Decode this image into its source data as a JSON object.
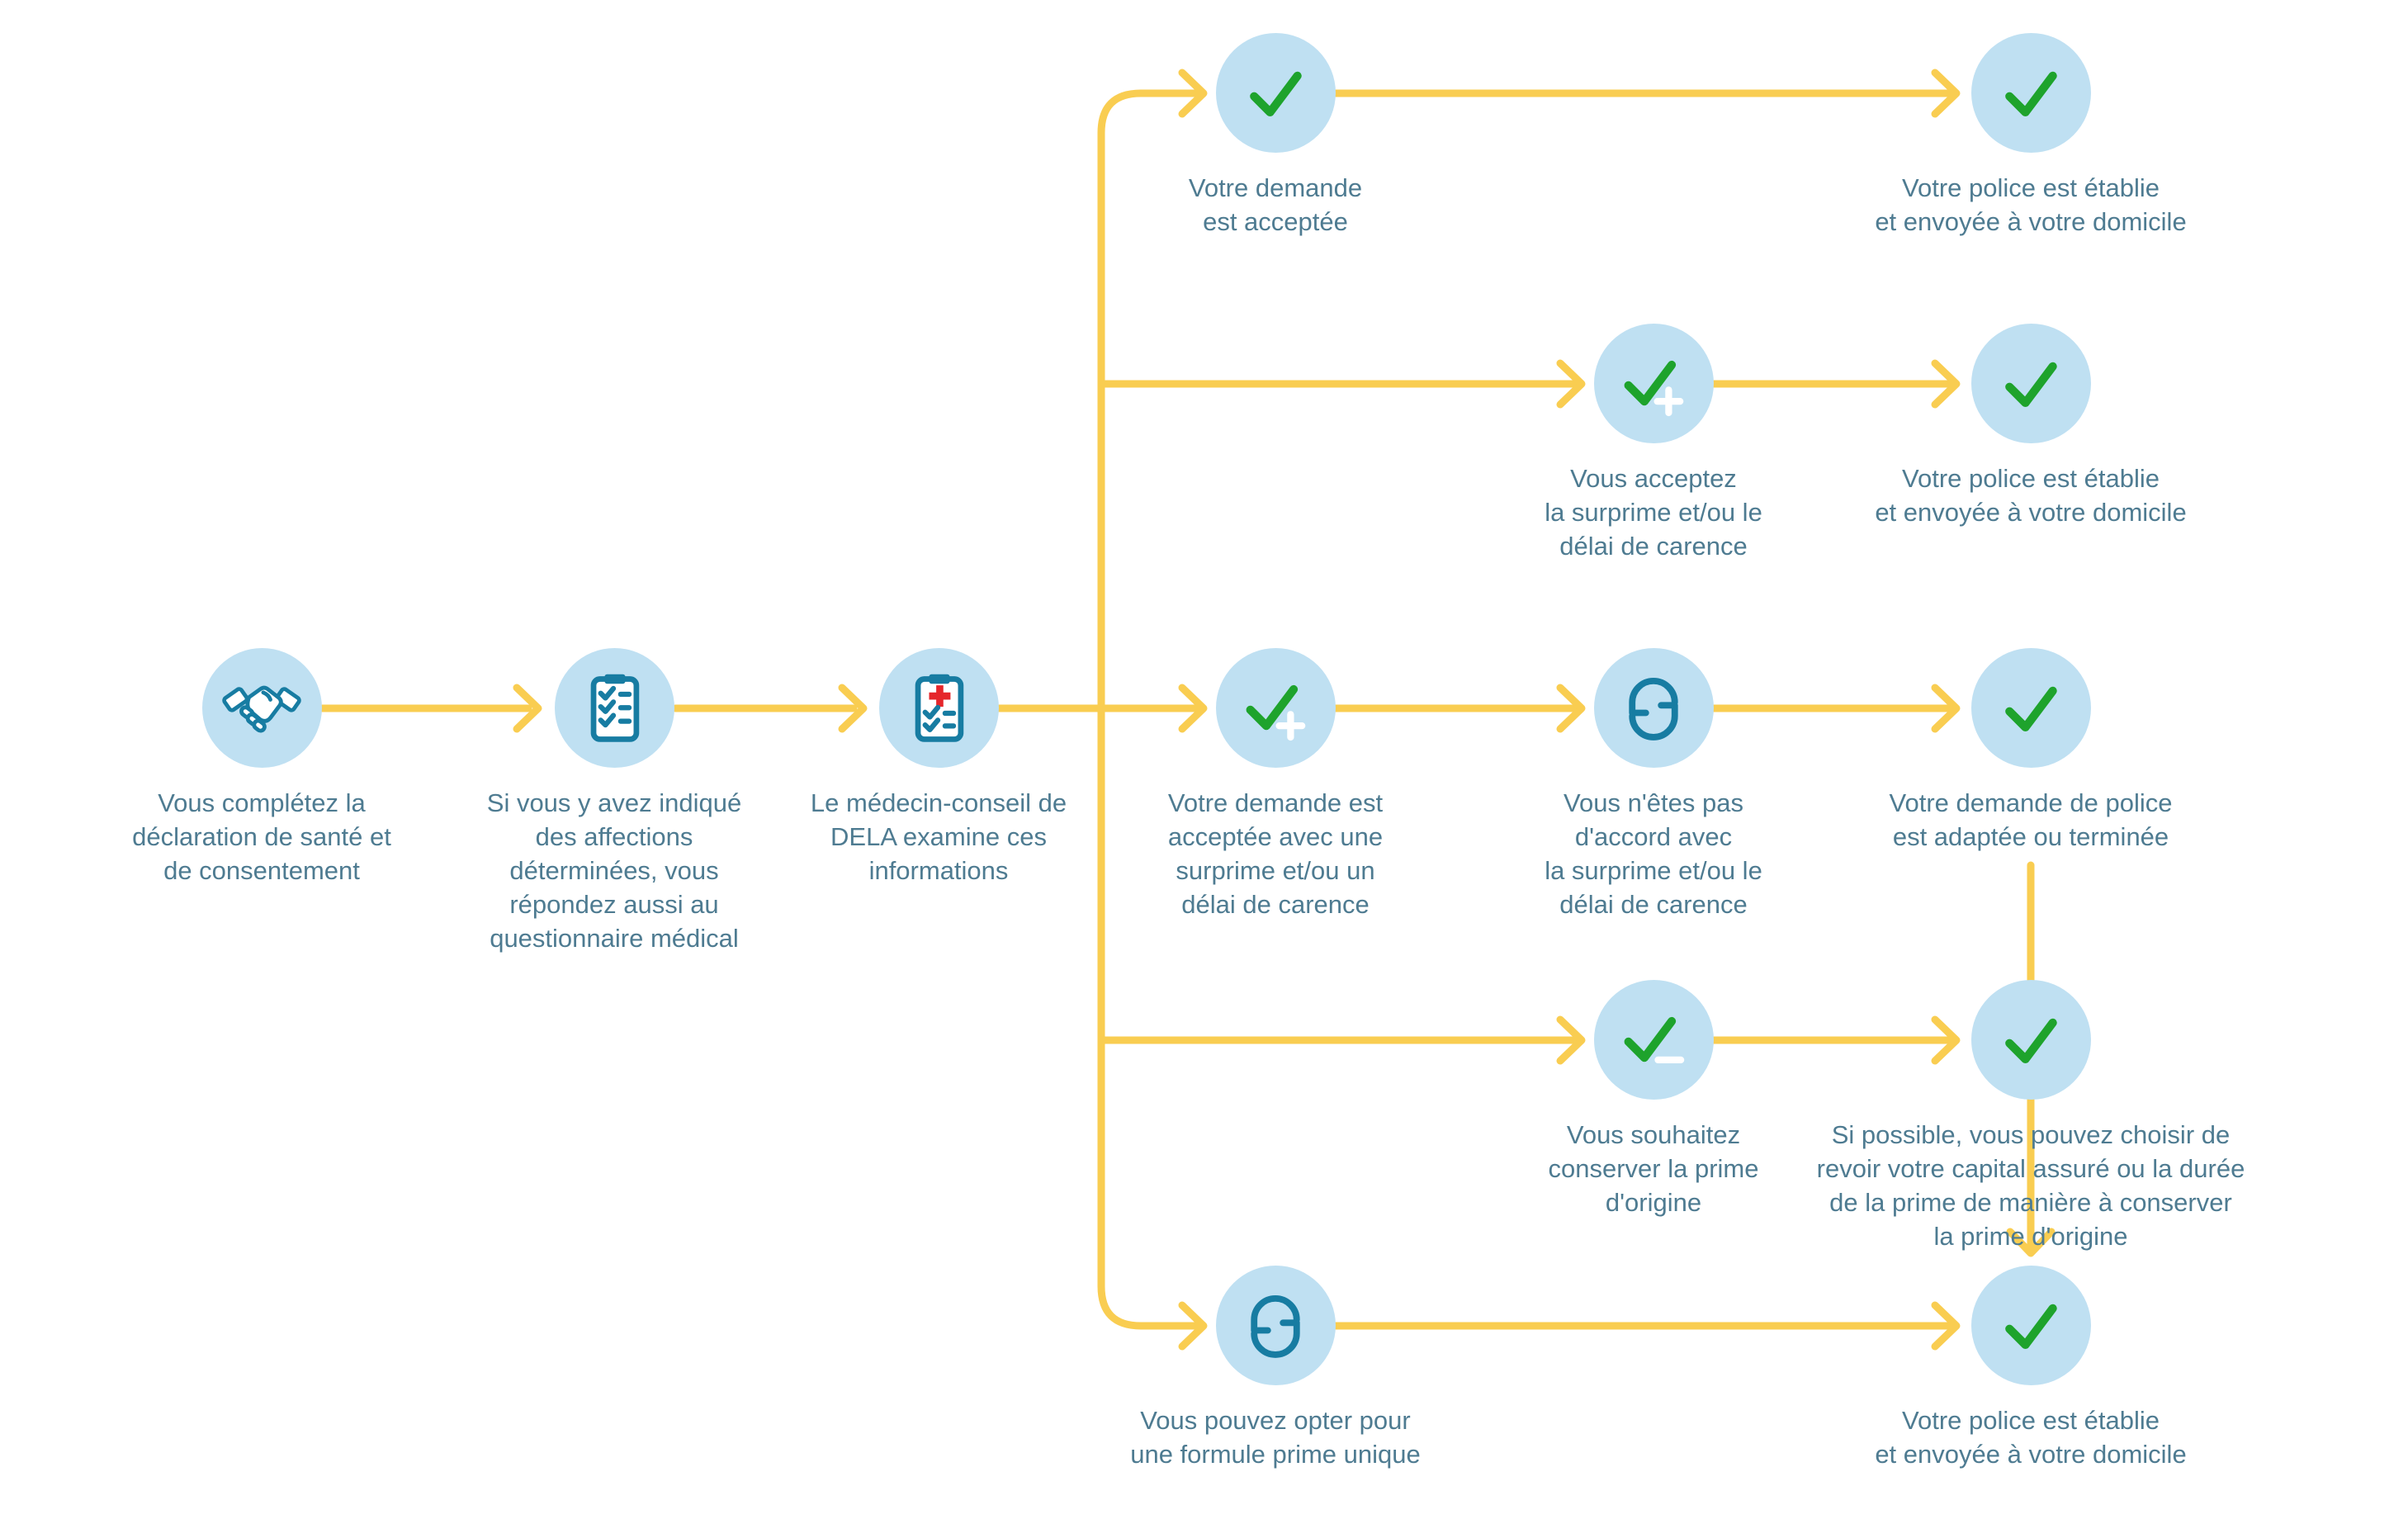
{
  "colors": {
    "line": "#F9CD51",
    "bubble": "#BFE0F2",
    "icon": "#177CA2",
    "check": "#1EA32C",
    "cross": "#E5262B",
    "text": "#4E7B91"
  },
  "stations": {
    "start": {
      "icon": "handshake",
      "label": "Vous complétez la\ndéclaration de santé et\nde consentement"
    },
    "checklist": {
      "icon": "checklist",
      "label": "Si vous y avez indiqué\ndes affections\ndéterminées, vous\nrépondez aussi au\nquestionnaire médical"
    },
    "medical_review": {
      "icon": "medical-checklist",
      "label": "Le médecin-conseil de\nDELA examine ces\ninformations"
    },
    "accepted": {
      "icon": "check",
      "label": "Votre demande\nest acceptée"
    },
    "policy_sent_top": {
      "icon": "check",
      "label": "Votre police est établie\net envoyée à votre domicile"
    },
    "accept_surcharge": {
      "icon": "check-plus",
      "label": "Vous acceptez\nla surprime et/ou le\ndélai de carence"
    },
    "policy_sent_mid": {
      "icon": "check",
      "label": "Votre police est établie\net envoyée à votre domicile"
    },
    "accepted_with_surcharge": {
      "icon": "check-plus",
      "label": "Votre demande est\nacceptée avec une\nsurprime et/ou un\ndélai de carence"
    },
    "disagree": {
      "icon": "refresh",
      "label": "Vous n'êtes pas\nd'accord avec\nla surprime et/ou le\ndélai de carence"
    },
    "adapted": {
      "icon": "check",
      "label": "Votre demande de police\nest adaptée ou terminée"
    },
    "keep_premium": {
      "icon": "check-minus",
      "label": "Vous souhaitez\nconserver la prime\nd'origine"
    },
    "review_capital": {
      "icon": "check",
      "label": "Si possible, vous pouvez choisir de\nrevoir votre capital assuré ou la durée\nde la prime de manière à conserver\nla prime d'origine"
    },
    "single_premium": {
      "icon": "refresh",
      "label": "Vous pouvez opter pour\nune formule prime unique"
    },
    "policy_sent_bottom": {
      "icon": "check",
      "label": "Votre police est établie\net envoyée à votre domicile"
    }
  }
}
